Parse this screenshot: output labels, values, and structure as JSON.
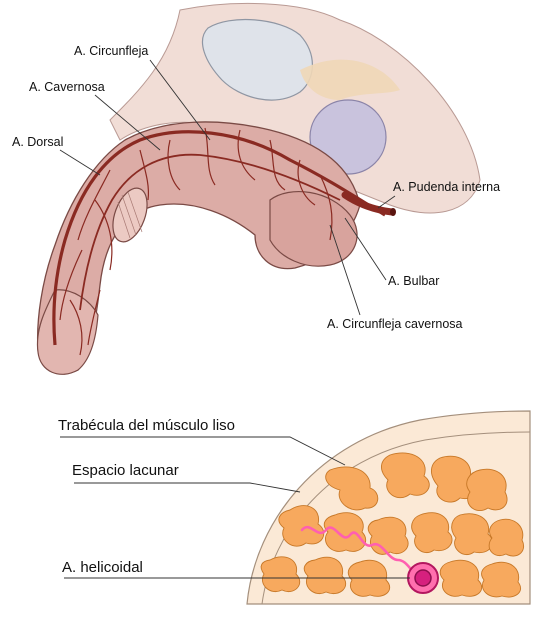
{
  "top_diagram": {
    "labels": {
      "circunfleja": "A. Circunfleja",
      "cavernosa": "A. Cavernosa",
      "dorsal": "A. Dorsal",
      "pudenda_interna": "A. Pudenda interna",
      "bulbar": "A. Bulbar",
      "circunfleja_cavernosa": "A. Circunfleja cavernosa"
    }
  },
  "bottom_diagram": {
    "labels": {
      "trabecula": "Trabécula del músculo liso",
      "espacio_lacunar": "Espacio lacunar",
      "helicoidal": "A. helicoidal"
    }
  },
  "colors": {
    "tissue": "#d9a8a3",
    "tissue_dark": "#c48d88",
    "artery": "#8a2a22",
    "bone": "#dfe3ea",
    "bladder": "#c9c3dd",
    "lacunar_space": "#f7a95e",
    "stroma": "#fbe9d6",
    "helicine": "#ff5fb0",
    "helicine_ring": "#d6207e"
  }
}
